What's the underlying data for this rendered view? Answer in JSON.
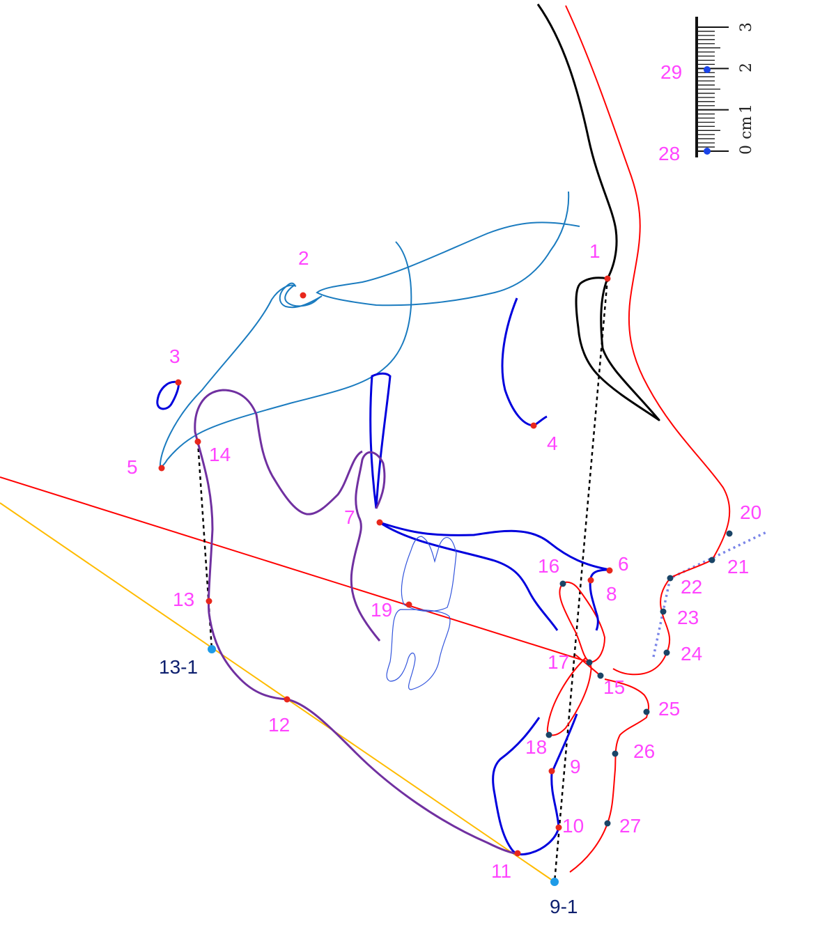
{
  "colors": {
    "label": "#ff44ff",
    "label_dark": "#0d1f6e",
    "soft_tissue": "#ff0000",
    "bone_outline": "#1a7bbf",
    "teeth": "#0000dd",
    "mandible": "#7030a0",
    "nasal_bone": "#000000",
    "occlusal_line": "#ff0000",
    "mandibular_plane": "#ffbb00",
    "landmark_red": "#e8271c",
    "landmark_dark": "#1a4466",
    "landmark_blue": "#1e9be8",
    "dotted_line": "#000000",
    "soft_dotted": "#7a85e8"
  },
  "landmarks": [
    {
      "id": "1",
      "label": "1",
      "color": "red"
    },
    {
      "id": "2",
      "label": "2",
      "color": "red"
    },
    {
      "id": "3",
      "label": "3",
      "color": "red"
    },
    {
      "id": "4",
      "label": "4",
      "color": "red"
    },
    {
      "id": "5",
      "label": "5",
      "color": "red"
    },
    {
      "id": "6",
      "label": "6",
      "color": "red"
    },
    {
      "id": "7",
      "label": "7",
      "color": "red"
    },
    {
      "id": "8",
      "label": "8",
      "color": "red"
    },
    {
      "id": "9",
      "label": "9",
      "color": "red"
    },
    {
      "id": "10",
      "label": "10",
      "color": "red"
    },
    {
      "id": "11",
      "label": "11",
      "color": "red"
    },
    {
      "id": "12",
      "label": "12",
      "color": "red"
    },
    {
      "id": "13",
      "label": "13",
      "color": "red"
    },
    {
      "id": "14",
      "label": "14",
      "color": "red"
    },
    {
      "id": "15",
      "label": "15",
      "color": "dark"
    },
    {
      "id": "16",
      "label": "16",
      "color": "dark"
    },
    {
      "id": "17",
      "label": "17",
      "color": "dark"
    },
    {
      "id": "18",
      "label": "18",
      "color": "dark"
    },
    {
      "id": "19",
      "label": "19",
      "color": "red"
    },
    {
      "id": "20",
      "label": "20",
      "color": "dark"
    },
    {
      "id": "21",
      "label": "21",
      "color": "dark"
    },
    {
      "id": "22",
      "label": "22",
      "color": "dark"
    },
    {
      "id": "23",
      "label": "23",
      "color": "dark"
    },
    {
      "id": "24",
      "label": "24",
      "color": "dark"
    },
    {
      "id": "25",
      "label": "25",
      "color": "dark"
    },
    {
      "id": "26",
      "label": "26",
      "color": "dark"
    },
    {
      "id": "27",
      "label": "27",
      "color": "dark"
    },
    {
      "id": "28",
      "label": "28",
      "color": "blue"
    },
    {
      "id": "29",
      "label": "29",
      "color": "blue"
    },
    {
      "id": "9-1",
      "label": "9-1",
      "color": "cyan"
    },
    {
      "id": "13-1",
      "label": "13-1",
      "color": "cyan"
    }
  ],
  "ruler": {
    "unit": "cm",
    "ticks": [
      "0",
      "1",
      "2",
      "3"
    ]
  }
}
